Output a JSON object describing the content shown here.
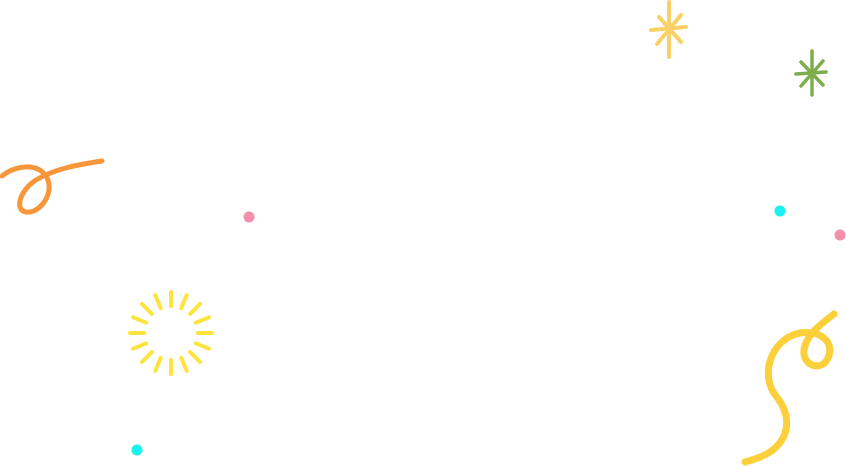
{
  "colors": {
    "background": "#ffffff",
    "orange": "#f7963a",
    "pale_yellow": "#fad166",
    "yellow": "#fde33d",
    "gold": "#fcd03b",
    "green": "#7fad4d",
    "pink": "#f48fab",
    "cyan": "#19f0f0"
  },
  "decorations": [
    {
      "name": "orange-swirl-confetti",
      "icon": "swirl",
      "color_key": "orange"
    },
    {
      "name": "sparkle-star-pale-yellow",
      "icon": "sparkle",
      "color_key": "pale_yellow"
    },
    {
      "name": "sparkle-star-green",
      "icon": "sparkle",
      "color_key": "green"
    },
    {
      "name": "pink-dot",
      "icon": "dot",
      "color_key": "pink"
    },
    {
      "name": "cyan-dot",
      "icon": "dot",
      "color_key": "cyan"
    },
    {
      "name": "yellow-burst",
      "icon": "radial-burst",
      "color_key": "yellow"
    },
    {
      "name": "gold-squiggle-confetti",
      "icon": "squiggle",
      "color_key": "gold"
    }
  ]
}
